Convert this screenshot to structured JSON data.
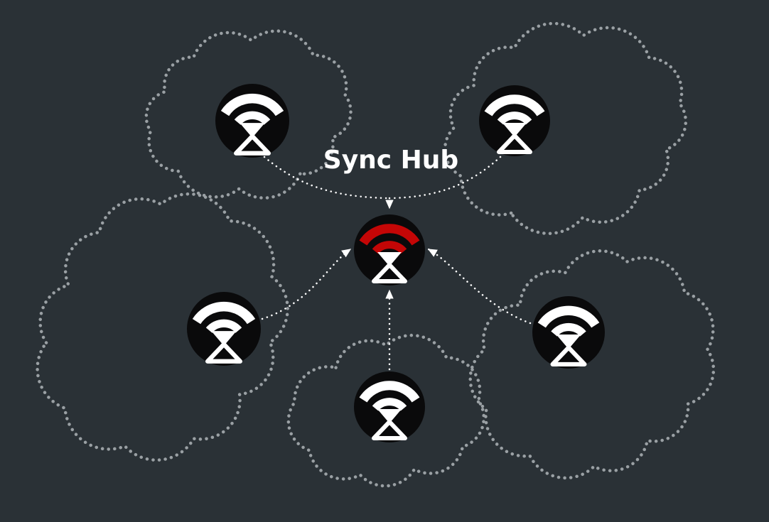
{
  "diagram": {
    "title": "Sync Hub",
    "hub": {
      "id": "sync-hub",
      "icon": "wifi-beacon-icon",
      "arc_color": "accent"
    },
    "devices": [
      {
        "id": "device-top-left",
        "icon": "wifi-beacon-icon"
      },
      {
        "id": "device-top-right",
        "icon": "wifi-beacon-icon"
      },
      {
        "id": "device-left",
        "icon": "wifi-beacon-icon"
      },
      {
        "id": "device-bottom",
        "icon": "wifi-beacon-icon"
      },
      {
        "id": "device-right",
        "icon": "wifi-beacon-icon"
      }
    ],
    "connections": [
      {
        "from": "device-top-left",
        "to": "sync-hub",
        "style": "dotted-arrow"
      },
      {
        "from": "device-top-right",
        "to": "sync-hub",
        "style": "dotted-arrow"
      },
      {
        "from": "device-left",
        "to": "sync-hub",
        "style": "dotted-arrow"
      },
      {
        "from": "device-bottom",
        "to": "sync-hub",
        "style": "dotted-arrow"
      },
      {
        "from": "device-right",
        "to": "sync-hub",
        "style": "dotted-arrow"
      }
    ],
    "colors": {
      "background": "#2a3136",
      "cloud-dots": "#9aa0a4",
      "arrow": "#ffffff",
      "node-fill": "#0a0a0b",
      "glyph": "#ffffff",
      "accent": "#c40606"
    }
  }
}
